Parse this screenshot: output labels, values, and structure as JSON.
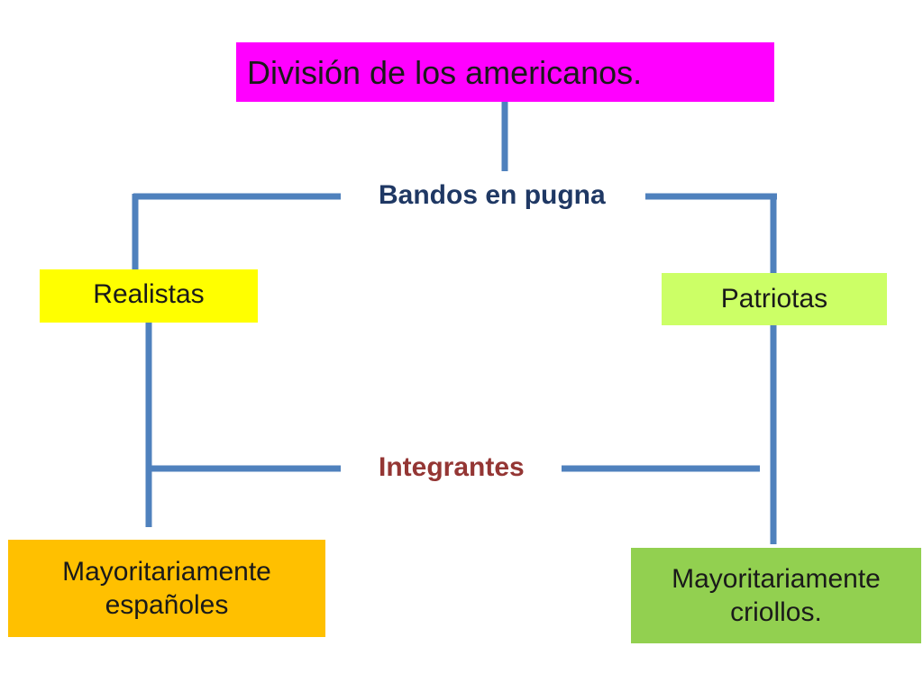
{
  "title": "División de los americanos.",
  "labels": {
    "bandos": "Bandos en pugna",
    "integrantes": "Integrantes"
  },
  "groups": {
    "realistas": {
      "name": "Realistas",
      "members_line1": "Mayoritariamente",
      "members_line2": "españoles"
    },
    "patriotas": {
      "name": "Patriotas",
      "members_line1": "Mayoritariamente",
      "members_line2": "criollos."
    }
  },
  "colors": {
    "connector": "#4f81bd",
    "title_box": "#ff00ff",
    "realistas_box": "#ffff00",
    "patriotas_box": "#ccff66",
    "espanoles_box": "#ffc000",
    "criollos_box": "#92d050",
    "bandos_text": "#1f3864",
    "integrantes_text": "#943634"
  }
}
